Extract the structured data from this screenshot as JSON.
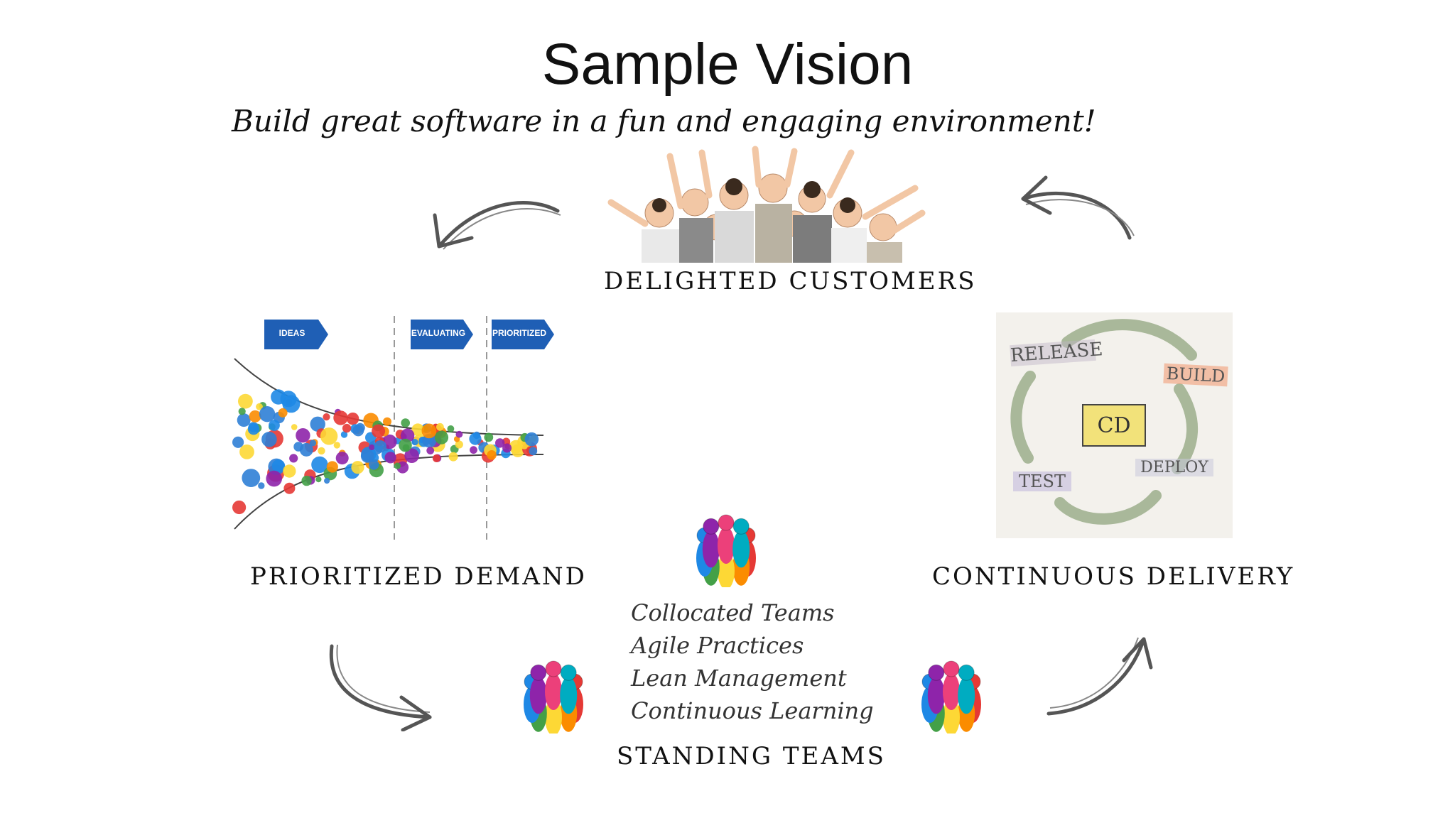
{
  "slide": {
    "title": "Sample Vision",
    "subtitle": "Build great software in a fun and engaging environment!"
  },
  "labels": {
    "delighted_customers": "DELIGHTED CUSTOMERS",
    "prioritized_demand": "PRIORITIZED DEMAND",
    "continuous_delivery": "CONTINUOUS DELIVERY",
    "standing_teams": "STANDING TEAMS"
  },
  "funnel": {
    "stages": [
      "IDEAS",
      "EVALUATING",
      "PRIORITIZED"
    ]
  },
  "cd_cycle": {
    "center": "CD",
    "steps": [
      "RELEASE",
      "BUILD",
      "DEPLOY",
      "TEST"
    ]
  },
  "team_practices": [
    "Collocated Teams",
    "Agile Practices",
    "Lean Management",
    "Continuous Learning"
  ],
  "colors": {
    "stage_chip": "#1f5fb5",
    "arrow": "#555555",
    "cd_center": "#f2e27a"
  }
}
